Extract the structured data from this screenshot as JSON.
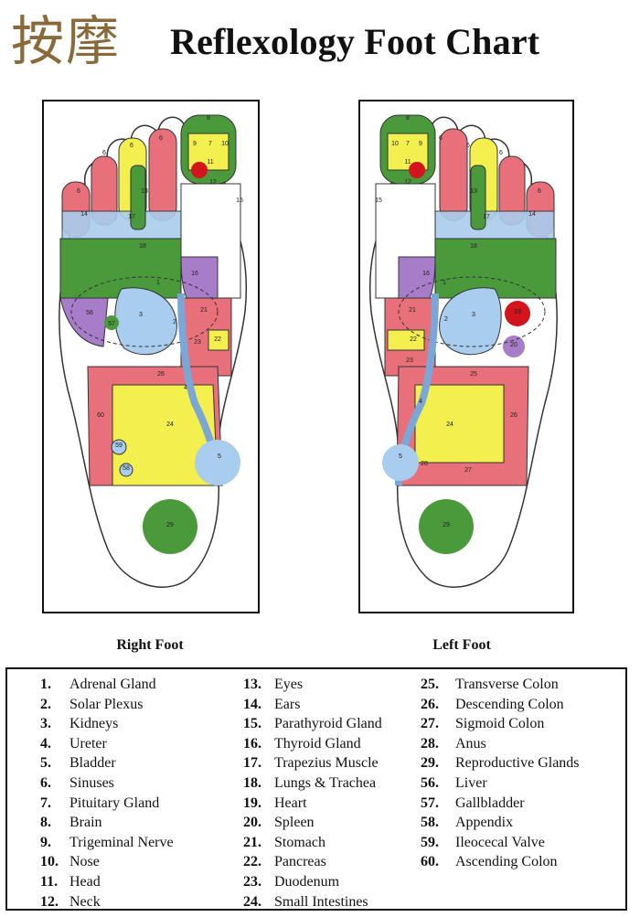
{
  "header": {
    "cjk_title": "按摩",
    "title": "Reflexology Foot Chart"
  },
  "feet": {
    "right_label": "Right Foot",
    "left_label": "Left Foot"
  },
  "colors": {
    "red": "#e8707a",
    "yellow": "#f2ef4e",
    "green": "#4a9a3c",
    "blue": "#a9cdee",
    "purple": "#a77cc8",
    "dark_red": "#d4141c"
  },
  "legend": {
    "columns": [
      [
        {
          "num": "1.",
          "label": "Adrenal Gland"
        },
        {
          "num": "2.",
          "label": "Solar Plexus"
        },
        {
          "num": "3.",
          "label": "Kidneys"
        },
        {
          "num": "4.",
          "label": "Ureter"
        },
        {
          "num": "5.",
          "label": "Bladder"
        },
        {
          "num": "6.",
          "label": "Sinuses"
        },
        {
          "num": "7.",
          "label": "Pituitary Gland"
        },
        {
          "num": "8.",
          "label": "Brain"
        },
        {
          "num": "9.",
          "label": "Trigeminal Nerve"
        },
        {
          "num": "10.",
          "label": "Nose"
        },
        {
          "num": "11.",
          "label": "Head"
        },
        {
          "num": "12.",
          "label": "Neck"
        }
      ],
      [
        {
          "num": "13.",
          "label": "Eyes"
        },
        {
          "num": "14.",
          "label": "Ears"
        },
        {
          "num": "15.",
          "label": "Parathyroid Gland"
        },
        {
          "num": "16.",
          "label": "Thyroid Gland"
        },
        {
          "num": "17.",
          "label": "Trapezius Muscle"
        },
        {
          "num": "18.",
          "label": "Lungs & Trachea"
        },
        {
          "num": "19.",
          "label": "Heart"
        },
        {
          "num": "20.",
          "label": "Spleen"
        },
        {
          "num": "21.",
          "label": "Stomach"
        },
        {
          "num": "22.",
          "label": "Pancreas"
        },
        {
          "num": "23.",
          "label": "Duodenum"
        },
        {
          "num": "24.",
          "label": "Small Intestines"
        }
      ],
      [
        {
          "num": "25.",
          "label": "Transverse Colon"
        },
        {
          "num": "26.",
          "label": "Descending Colon"
        },
        {
          "num": "27.",
          "label": "Sigmoid Colon"
        },
        {
          "num": "28.",
          "label": "Anus"
        },
        {
          "num": "29.",
          "label": "Reproductive Glands"
        },
        {
          "num": "56.",
          "label": "Liver"
        },
        {
          "num": "57.",
          "label": "Gallbladder"
        },
        {
          "num": "58.",
          "label": "Appendix"
        },
        {
          "num": "59.",
          "label": "Ileocecal Valve"
        },
        {
          "num": "60.",
          "label": "Ascending Colon"
        }
      ]
    ]
  },
  "zones": {
    "right": [
      "8",
      "6",
      "6",
      "6",
      "6",
      "9",
      "7",
      "10",
      "11",
      "12",
      "15",
      "13",
      "14",
      "17",
      "18",
      "16",
      "1",
      "3",
      "2",
      "56",
      "57",
      "21",
      "23",
      "22",
      "4",
      "26",
      "60",
      "24",
      "59",
      "58",
      "5",
      "29"
    ],
    "left": [
      "8",
      "10",
      "7",
      "9",
      "6",
      "6",
      "6",
      "6",
      "11",
      "12",
      "15",
      "13",
      "14",
      "17",
      "18",
      "16",
      "1",
      "2",
      "3",
      "21",
      "19",
      "20",
      "22",
      "23",
      "4",
      "25",
      "24",
      "26",
      "5",
      "28",
      "27",
      "29"
    ]
  }
}
